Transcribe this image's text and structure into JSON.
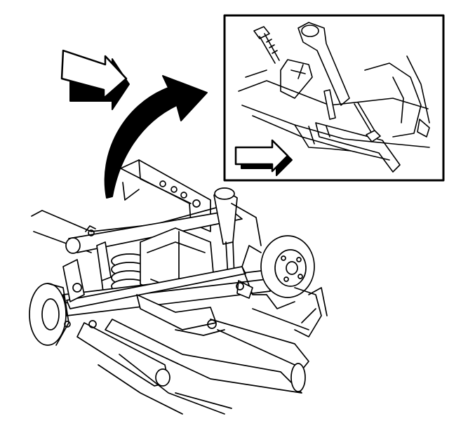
{
  "diagram": {
    "colors": {
      "line": "#000000",
      "background": "#ffffff"
    },
    "inset": {
      "icon": "detail-magnify-arrow"
    },
    "indicators": [
      {
        "icon": "view-direction-arrow",
        "location": "top-left"
      },
      {
        "icon": "view-direction-arrow",
        "location": "inset-bottom-left"
      }
    ]
  }
}
